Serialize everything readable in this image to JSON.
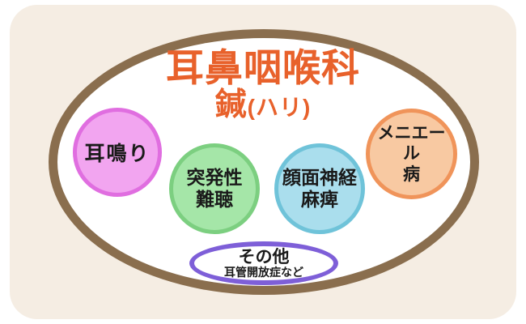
{
  "title": {
    "line1": "耳鼻咽喉科",
    "line2_main": "鍼",
    "line2_paren": "(ハリ)",
    "color": "#e8612b"
  },
  "circles": {
    "tinnitus": {
      "label": "耳鳴り",
      "fill": "#f2a5f0",
      "border": "#e06ee0"
    },
    "sudden_deafness": {
      "line1": "突発性",
      "line2": "難聴",
      "fill": "#a5e6a8",
      "border": "#7ccf80"
    },
    "facial_palsy": {
      "line1": "顔面神経",
      "line2": "麻痺",
      "fill": "#aadeed",
      "border": "#6fc3d9"
    },
    "meniere": {
      "line1": "メニエール",
      "line2": "病",
      "fill": "#f8c9a2",
      "border": "#f0945a"
    }
  },
  "other": {
    "title": "その他",
    "subtitle": "耳管開放症など",
    "border": "#7e5fd8"
  },
  "palette": {
    "card_background": "#f5ede3",
    "oval_border": "#8a6e4e",
    "oval_fill": "#ffffff",
    "text": "#1a1a1a"
  }
}
